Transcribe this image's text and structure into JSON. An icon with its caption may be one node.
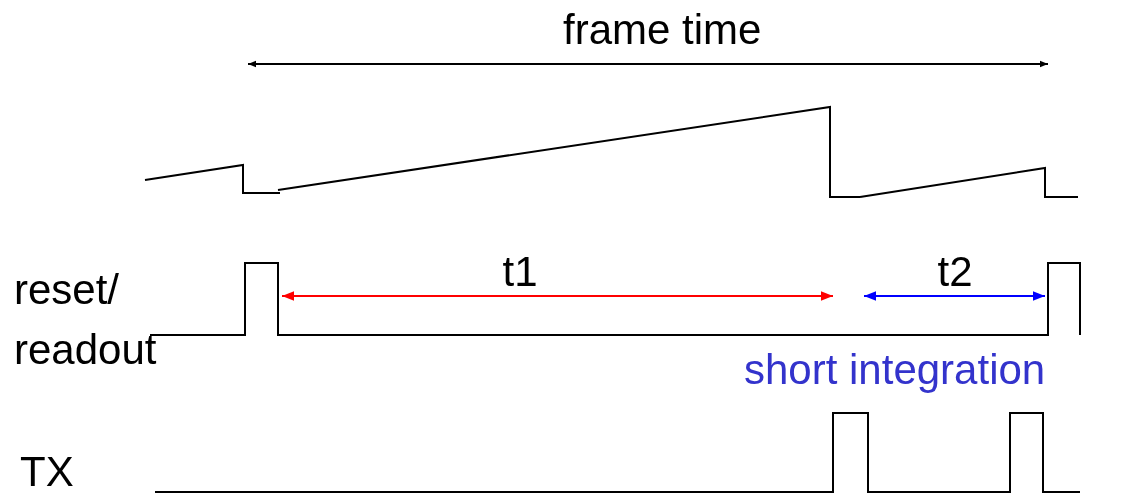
{
  "diagram": {
    "labels": [
      "frame time",
      "t1",
      "t2",
      "reset/ readout",
      "short integration",
      "TX"
    ]
  }
}
